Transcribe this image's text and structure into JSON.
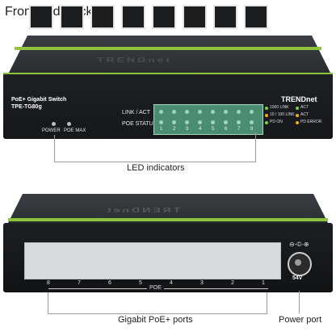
{
  "title": "Front and Back",
  "front": {
    "model_line1": "PoE+ Gigabit Switch",
    "model_line2": "TPE-TG80g",
    "brand": "TRENDnet",
    "top_brand": "TRENDnet",
    "link_act_label": "LINK / ACT",
    "poe_status_label": "POE STATUS",
    "power_label": "POWER",
    "poe_max_label": "POE MAX",
    "port_numbers": [
      "1",
      "2",
      "3",
      "4",
      "5",
      "6",
      "7",
      "8"
    ],
    "legend": {
      "left": [
        "1000 LINK",
        "10 / 100 LINK",
        "PD ON"
      ],
      "right": [
        "ACT",
        "ACT",
        "PD ERROR"
      ]
    },
    "legend_colors": {
      "green": "#7bd14a",
      "amber": "#f0b100"
    },
    "led_callout": "LED indicators"
  },
  "back": {
    "top_brand": "TRENDnet",
    "port_numbers": [
      "8",
      "7",
      "6",
      "5",
      "4",
      "3",
      "2",
      "1"
    ],
    "poe_label": "POE",
    "voltage": "54V",
    "poe_callout": "Gigabit PoE+ ports",
    "power_callout": "Power port"
  },
  "colors": {
    "accent_green": "#8fc33d"
  }
}
